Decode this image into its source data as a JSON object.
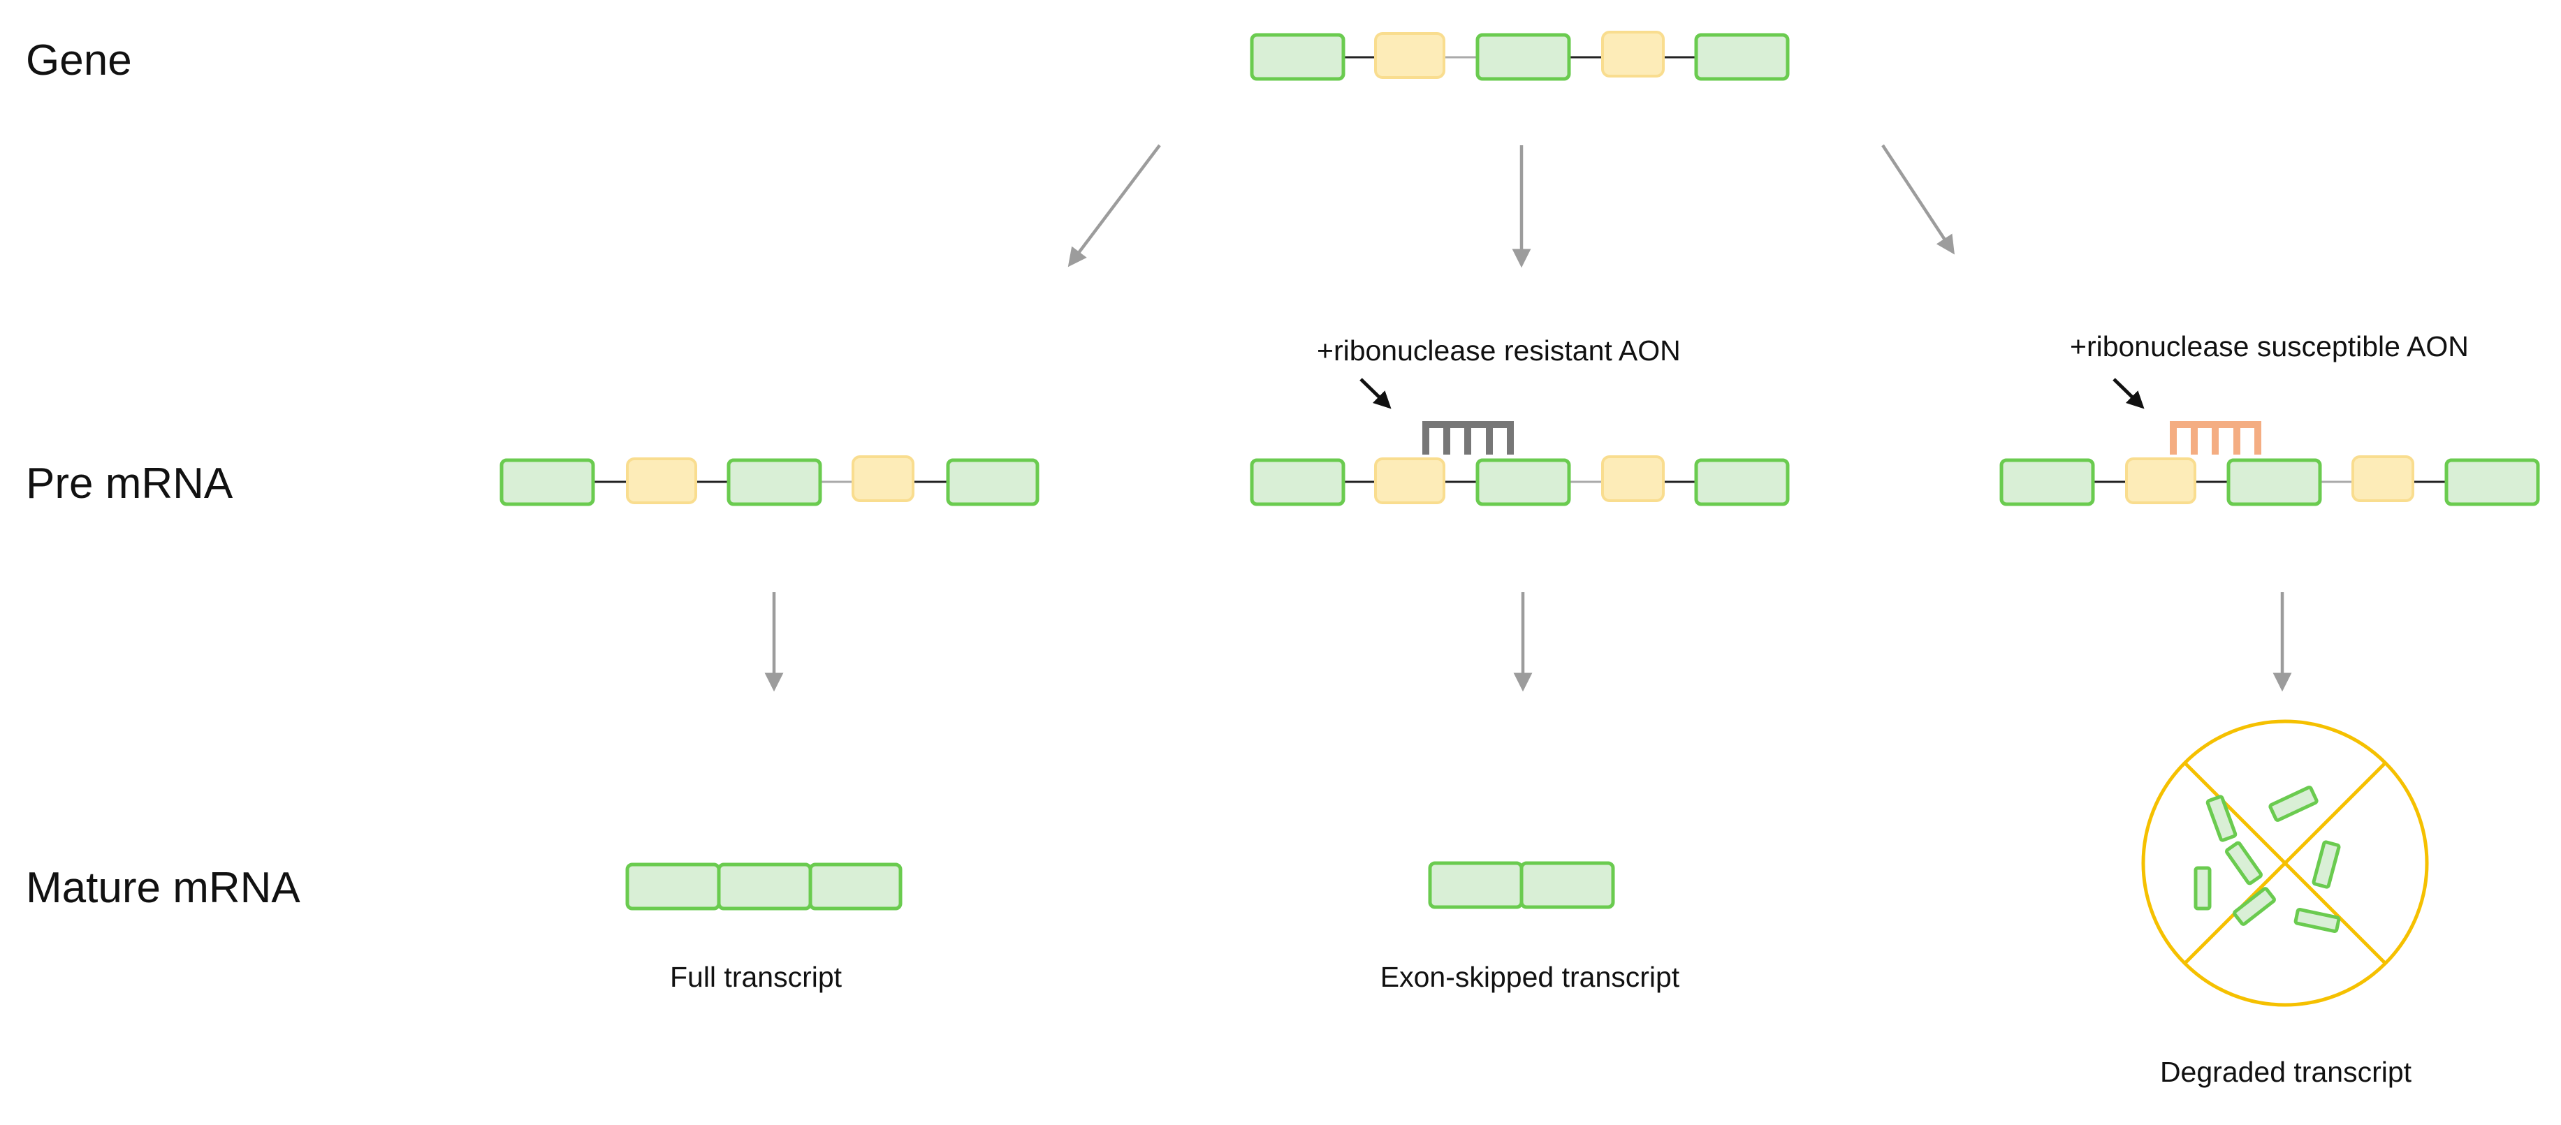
{
  "rows": {
    "gene": "Gene",
    "pre_mrna": "Pre mRNA",
    "mature_mrna": "Mature mRNA"
  },
  "aon": {
    "resistant": "+ribonuclease resistant AON",
    "susceptible": "+ribonuclease susceptible AON"
  },
  "outcomes": {
    "full": "Full transcript",
    "skipped": "Exon-skipped transcript",
    "degraded": "Degraded transcript"
  },
  "colors": {
    "exon_green_fill": "#d9efd6",
    "exon_green_stroke": "#6acb4f",
    "exon_yellow_fill": "#fdecb8",
    "exon_yellow_stroke": "#f9dd8f",
    "arrow_gray": "#9c9c9c",
    "aon_resistant": "#777777",
    "aon_susceptible": "#f4ad82",
    "degradation_circle": "#f5c000"
  }
}
